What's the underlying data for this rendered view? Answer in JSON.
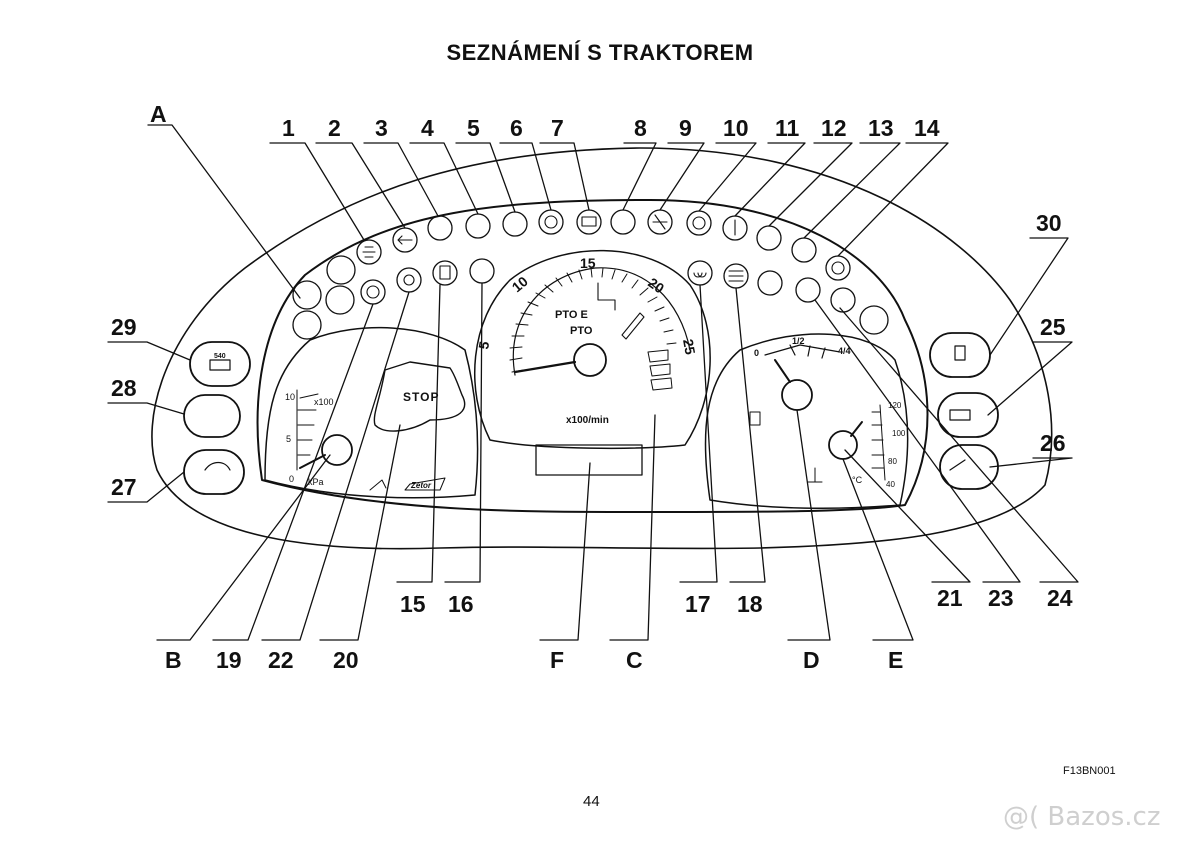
{
  "header": {
    "title": "SEZNÁMENÍ S TRAKTOREM"
  },
  "callouts": {
    "A": "A",
    "n1": "1",
    "n2": "2",
    "n3": "3",
    "n4": "4",
    "n5": "5",
    "n6": "6",
    "n7": "7",
    "n8": "8",
    "n9": "9",
    "n10": "10",
    "n11": "11",
    "n12": "12",
    "n13": "13",
    "n14": "14",
    "n30": "30",
    "n29": "29",
    "n28": "28",
    "n27": "27",
    "n25": "25",
    "n26": "26",
    "n15": "15",
    "n16": "16",
    "n17": "17",
    "n18": "18",
    "n21": "21",
    "n23": "23",
    "n24": "24",
    "B": "B",
    "n19": "19",
    "n22": "22",
    "n20": "20",
    "F": "F",
    "C": "C",
    "D": "D",
    "E": "E"
  },
  "tacho": {
    "scale": [
      "5",
      "10",
      "15",
      "20",
      "25"
    ],
    "pto_e": "PTO E",
    "pto": "PTO",
    "unit": "x100/min"
  },
  "air_gauge": {
    "scale": [
      "0",
      "5",
      "10"
    ],
    "multiplier": "x100",
    "unit": "kPa",
    "stop": "STOP",
    "brand": "Zetor"
  },
  "fuel_gauge": {
    "scale": [
      "0",
      "1/2",
      "4/4"
    ]
  },
  "temp_gauge": {
    "scale": [
      "40",
      "80",
      "100",
      "120"
    ],
    "unit": "°C"
  },
  "button_29": {
    "label": "540"
  },
  "footer": {
    "figure_code": "F13BN001",
    "page_number": "44",
    "watermark": "@( Bazos.cz"
  },
  "icons": [
    "high-beam-icon",
    "left-turn-signal-icon",
    "first-trailer-turn-signal-icon",
    "second-trailer-turn-signal-icon",
    "trailer-icon",
    "parking-brake-icon",
    "battery-charging-icon",
    "oil-pressure-icon",
    "front-axle-drive-icon",
    "brake-fluid-icon",
    "coolant-temperature-icon",
    "transmission-icon",
    "gear-shift-icon",
    "steering-icon",
    "cold-start-icon",
    "trailer-brake-icon",
    "air-filter-icon",
    "differential-lock-icon",
    "hitch-icon",
    "fuel-reserve-icon",
    "engine-check-icon",
    "hazard-icon",
    "pto-icon",
    "hydraulics-icon"
  ]
}
